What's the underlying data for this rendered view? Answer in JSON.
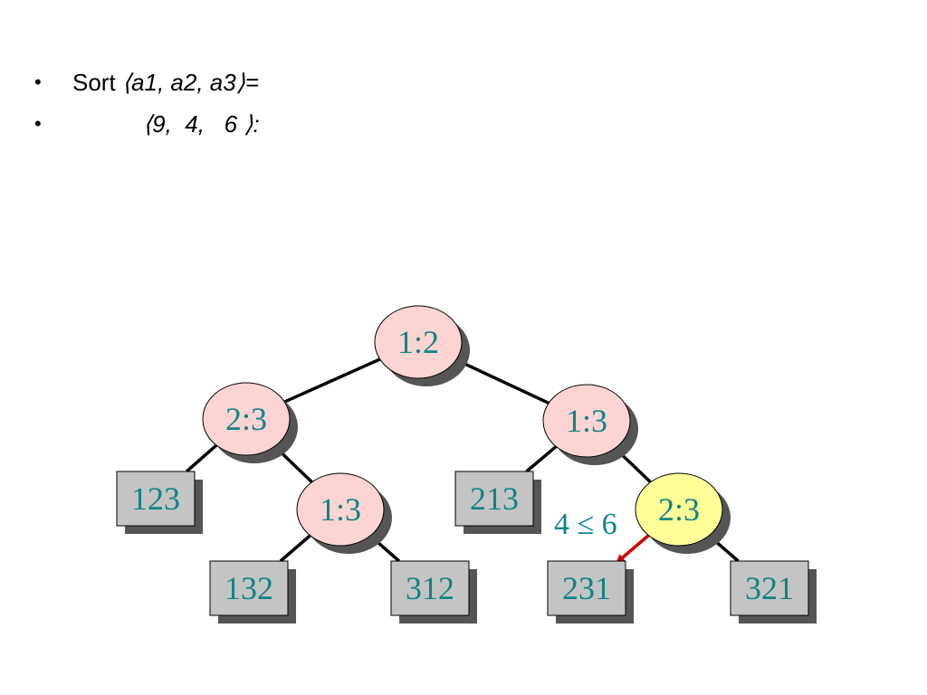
{
  "bullets": [
    {
      "prefix": "Sort ",
      "math": "⟨a1, a2, a3⟩="
    },
    {
      "prefix": "",
      "math": "⟨9,  4,   6 ⟩:"
    }
  ],
  "bullet_symbol": "•",
  "colors": {
    "internal_node": "#fdd4d4",
    "highlight_node": "#ffff99",
    "leaf": "#c4c4c4",
    "text": "#118484",
    "edge": "#000000",
    "arrow": "#cc0000",
    "shadow": "#555555"
  },
  "tree": {
    "nodes": [
      {
        "id": "n1",
        "label": "1:2",
        "type": "internal"
      },
      {
        "id": "n2",
        "label": "2:3",
        "type": "internal"
      },
      {
        "id": "n3",
        "label": "1:3",
        "type": "internal"
      },
      {
        "id": "n4",
        "label": "1:3",
        "type": "internal"
      },
      {
        "id": "n5",
        "label": "2:3",
        "type": "highlight"
      },
      {
        "id": "l123",
        "label": "123",
        "type": "leaf"
      },
      {
        "id": "l132",
        "label": "132",
        "type": "leaf"
      },
      {
        "id": "l312",
        "label": "312",
        "type": "leaf"
      },
      {
        "id": "l213",
        "label": "213",
        "type": "leaf"
      },
      {
        "id": "l231",
        "label": "231",
        "type": "leaf"
      },
      {
        "id": "l321",
        "label": "321",
        "type": "leaf"
      }
    ],
    "edges": [
      {
        "from": "n1",
        "to": "n2"
      },
      {
        "from": "n1",
        "to": "n3"
      },
      {
        "from": "n2",
        "to": "l123"
      },
      {
        "from": "n2",
        "to": "n4"
      },
      {
        "from": "n4",
        "to": "l132"
      },
      {
        "from": "n4",
        "to": "l312"
      },
      {
        "from": "n3",
        "to": "l213"
      },
      {
        "from": "n3",
        "to": "n5"
      },
      {
        "from": "n5",
        "to": "l231",
        "highlight": true
      },
      {
        "from": "n5",
        "to": "l321"
      }
    ],
    "edge_label": "4 ≤ 6"
  }
}
